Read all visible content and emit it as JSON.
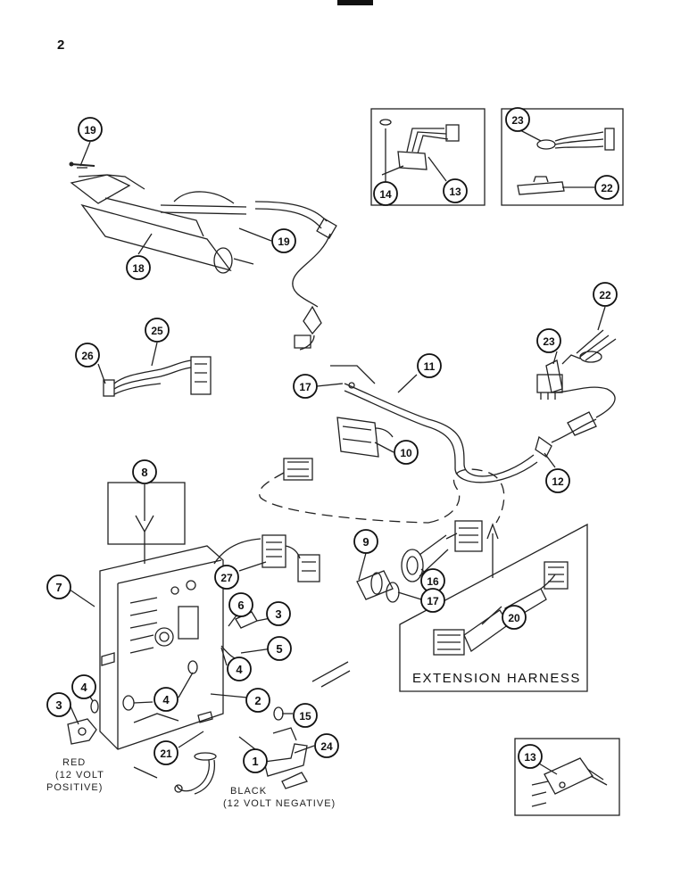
{
  "page_number": "2",
  "callouts": [
    {
      "id": "c19a",
      "label": "19"
    },
    {
      "id": "c18",
      "label": "18"
    },
    {
      "id": "c19b",
      "label": "19"
    },
    {
      "id": "c14",
      "label": "14"
    },
    {
      "id": "c13a",
      "label": "13"
    },
    {
      "id": "c23a",
      "label": "23"
    },
    {
      "id": "c22a",
      "label": "22"
    },
    {
      "id": "c22b",
      "label": "22"
    },
    {
      "id": "c23b",
      "label": "23"
    },
    {
      "id": "c26",
      "label": "26"
    },
    {
      "id": "c25",
      "label": "25"
    },
    {
      "id": "c17a",
      "label": "17"
    },
    {
      "id": "c11",
      "label": "11"
    },
    {
      "id": "c10",
      "label": "10"
    },
    {
      "id": "c12",
      "label": "12"
    },
    {
      "id": "c8",
      "label": "8"
    },
    {
      "id": "c7",
      "label": "7"
    },
    {
      "id": "c27",
      "label": "27"
    },
    {
      "id": "c9",
      "label": "9"
    },
    {
      "id": "c16",
      "label": "16"
    },
    {
      "id": "c17b",
      "label": "17"
    },
    {
      "id": "c6",
      "label": "6"
    },
    {
      "id": "c3a",
      "label": "3"
    },
    {
      "id": "c5",
      "label": "5"
    },
    {
      "id": "c4a",
      "label": "4"
    },
    {
      "id": "c4b",
      "label": "4"
    },
    {
      "id": "c4c",
      "label": "4"
    },
    {
      "id": "c3b",
      "label": "3"
    },
    {
      "id": "c2",
      "label": "2"
    },
    {
      "id": "c15",
      "label": "15"
    },
    {
      "id": "c20",
      "label": "20"
    },
    {
      "id": "c21",
      "label": "21"
    },
    {
      "id": "c1",
      "label": "1"
    },
    {
      "id": "c24",
      "label": "24"
    },
    {
      "id": "c13b",
      "label": "13"
    }
  ],
  "labels": {
    "extension_harness": "EXTENSION HARNESS",
    "red_line1": "RED",
    "red_line2": "(12 VOLT",
    "red_line3": "POSITIVE)",
    "black_line1": "BLACK",
    "black_line2": "(12 VOLT NEGATIVE)"
  }
}
